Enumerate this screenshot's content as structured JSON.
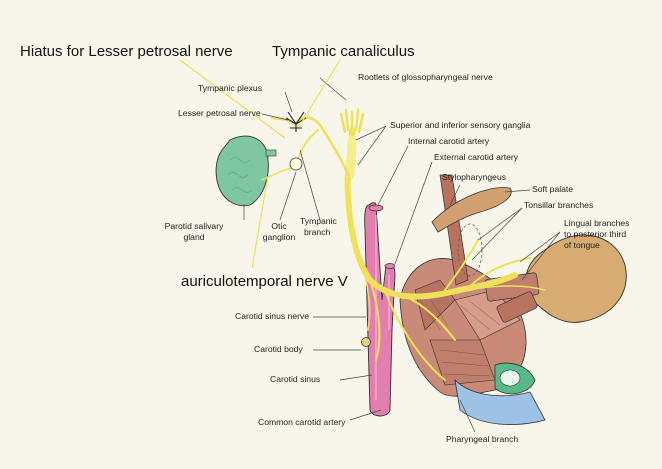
{
  "annotations": {
    "hiatus": "Hiatus for Lesser petrosal nerve",
    "tympanic_canaliculus": "Tympanic canaliculus",
    "auriculotemporal": "auriculotemporal nerve V"
  },
  "labels": {
    "rootlets": "Rootlets of glossopharyngeal nerve",
    "tympanic_plexus": "Tympanic plexus",
    "lesser_petrosal": "Lesser petrosal nerve",
    "ganglia": "Superior and inferior sensory ganglia",
    "internal_carotid": "Internal carotid artery",
    "external_carotid": "External carotid artery",
    "stylopharyngeus": "Stylopharyngeus",
    "soft_palate": "Soft palate",
    "tonsillar": "Tonsillar branches",
    "lingual_1": "Lingual branches",
    "lingual_2": "to posterior third",
    "lingual_3": "of tongue",
    "parotid_1": "Parotid salivary",
    "parotid_2": "gland",
    "otic_1": "Otic",
    "otic_2": "ganglion",
    "tympanic_branch_1": "Tympanic",
    "tympanic_branch_2": "branch",
    "carotid_sinus_nerve": "Carotid sinus nerve",
    "carotid_body": "Carotid body",
    "carotid_sinus": "Carotid sinus",
    "common_carotid": "Common carotid artery",
    "pharyngeal_branch": "Pharyngeal branch"
  },
  "colors": {
    "background": "#f8f6ea",
    "nerve": "#efe25a",
    "artery": "#e27fae",
    "gland": "#7fc7a2",
    "muscle": "#c98b78",
    "tongue": "#d7ab72",
    "pharynx_blue": "#9ec2e6",
    "pharynx_green": "#55b98a"
  }
}
